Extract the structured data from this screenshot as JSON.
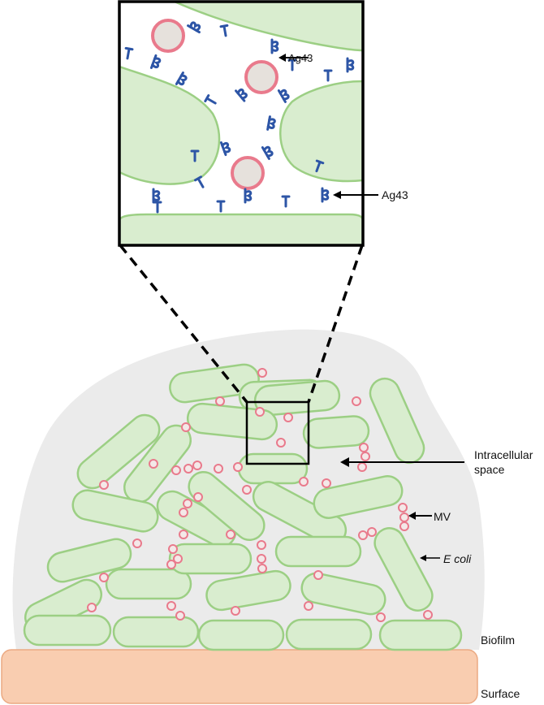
{
  "labels": {
    "ag43_top": "Ag43",
    "ag43_mid": "Ag43",
    "intracellular_line1": "Intracellular",
    "intracellular_line2": "space",
    "mv": "MV",
    "ecoli": "E coli",
    "biofilm": "Biofilm",
    "surface": "Surface"
  },
  "colors": {
    "cell_fill": "#d9edcf",
    "cell_stroke": "#9ccf84",
    "vesicle_stroke": "#e97a8c",
    "vesicle_fill": "#e6e1dc",
    "ag43": "#2d55a6",
    "biofilm_bg": "#ebebeb",
    "surface_fill": "#f9cdb0",
    "surface_stroke": "#eba982",
    "outline": "#000000"
  }
}
